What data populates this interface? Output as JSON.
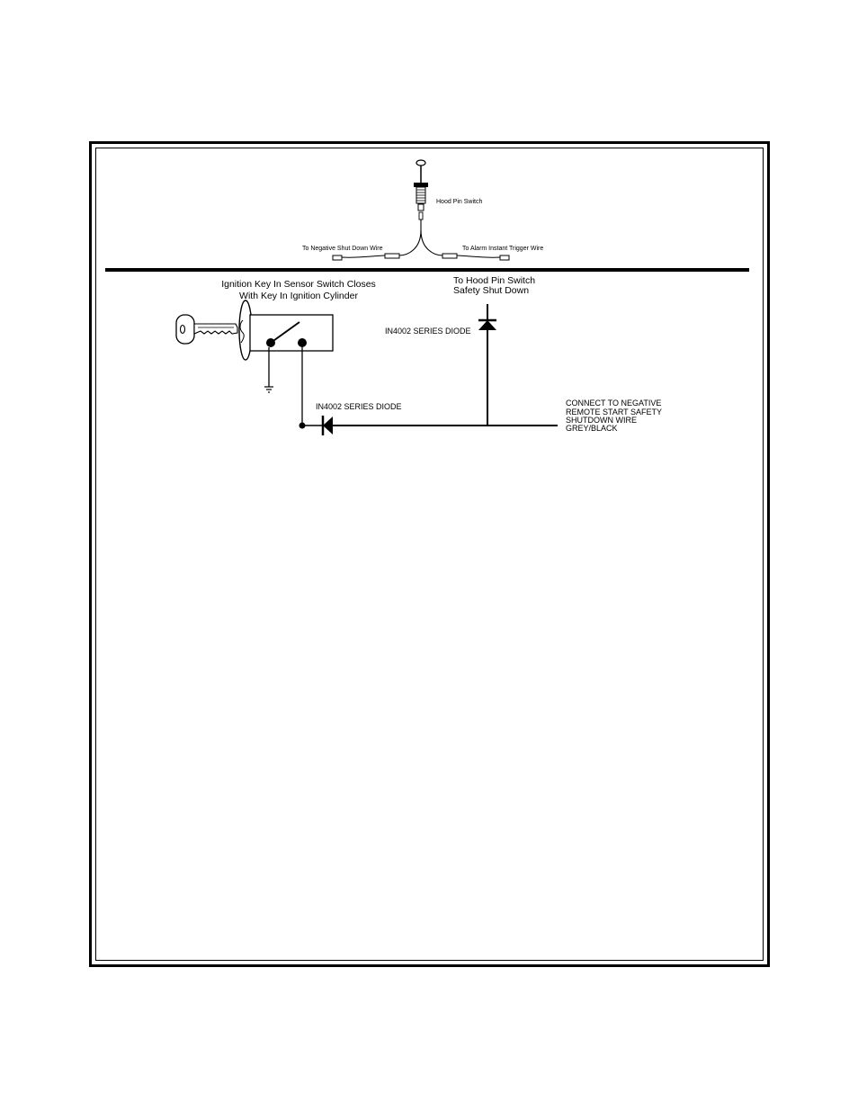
{
  "hood_pin": {
    "switch_label": "Hood Pin Switch",
    "left_wire_label": "To Negative Shut Down Wire",
    "right_wire_label": "To Alarm Instant Trigger Wire"
  },
  "key_sensor": {
    "title_line1": "Ignition Key In Sensor Switch Closes",
    "title_line2": "With Key In Ignition Cylinder"
  },
  "hood_shutdown": {
    "line1": "To Hood Pin Switch",
    "line2": "Safety Shut Down"
  },
  "diodes": {
    "top_label": "IN4002 SERIES DIODE",
    "bottom_label": "IN4002 SERIES DIODE"
  },
  "connect": {
    "line1": "CONNECT TO NEGATIVE",
    "line2": "REMOTE START SAFETY",
    "line3": "SHUTDOWN WIRE",
    "line4": "GREY/BLACK"
  }
}
